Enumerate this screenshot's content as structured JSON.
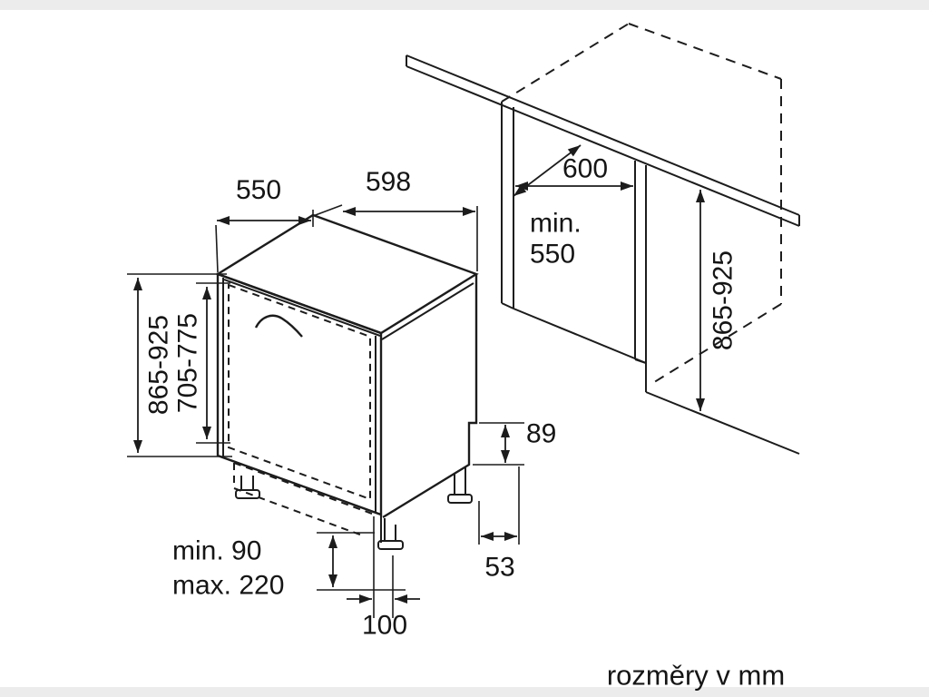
{
  "colors": {
    "ink": "#1c1c1c",
    "background": "#ffffff"
  },
  "dims": {
    "depth_top": "550",
    "width_top": "598",
    "niche_width": "600",
    "niche_depth_line1": "min.",
    "niche_depth_line2": "550",
    "appliance_height": "865-925",
    "door_panel_height": "705-775",
    "niche_height": "865-925",
    "rear_step": "89",
    "foot_offset": "53",
    "plinth_min": "min. 90",
    "plinth_max": "max. 220",
    "base_depth": "100"
  },
  "footer": {
    "units_note": "rozměry v mm"
  }
}
